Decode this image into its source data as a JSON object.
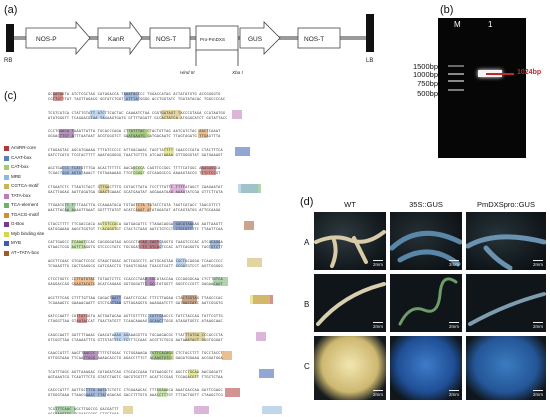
{
  "panels": {
    "a": "(a)",
    "b": "(b)",
    "c": "(c)",
    "d": "(d)"
  },
  "construct": {
    "rb": "RB",
    "lb": "LB",
    "nos_p": "NOS-P",
    "kanr": "KanR",
    "nos_t1": "NOS-T",
    "pro": "Pro-PmDXS",
    "gus": "GUS",
    "nos_t2": "NOS-T",
    "hind": "Hind III",
    "xba": "Xba I"
  },
  "gel": {
    "lane_m": "M",
    "lane_1": "1",
    "ladder": [
      "1500bp",
      "1000bp",
      "750bp",
      "500bp"
    ],
    "band_label": "1024bp"
  },
  "legend": [
    {
      "label": "AmiRR-core",
      "color": "#b03a3a"
    },
    {
      "label": "CAAT-box",
      "color": "#5b7fb8"
    },
    {
      "label": "CAT-box",
      "color": "#9fcf6a"
    },
    {
      "label": "MRE",
      "color": "#8fb7e0"
    },
    {
      "label": "CGTCA-motif",
      "color": "#c9b25a"
    },
    {
      "label": "TATA-box",
      "color": "#c07ab8"
    },
    {
      "label": "TCA-element",
      "color": "#6fb06f"
    },
    {
      "label": "TGACG-motif",
      "color": "#d88a3a"
    },
    {
      "label": "G-Box",
      "color": "#7a3a8a"
    },
    {
      "label": "Myb binding site",
      "color": "#d6d64a"
    },
    {
      "label": "MYB",
      "color": "#3a5fb0"
    },
    {
      "label": "AT~TATA-box",
      "color": "#a05a2a"
    }
  ],
  "sequence": [
    "GCAAGAATA ATCTCGCTAG CATAGACCA TAAATACCCC TGGACCATAG ACTATATGTG ACCGGGGTG",
    "CGTTGTTTAT TAGTTAGACG GGTATCTGGT ATTTATGGGG ACCTGGTATC TGATATACAC TGGCCCCAC",
    "TCGTCATCA CTATTGTATT ATCTTCACTAC CAAAATCTAA CGGTGATAGT TACCCGTAGA CCATAATGG",
    "ATATGGGTT TCAGAACGTAA TAGAAGTGATG GTTTTAGATT GCCACTATCA ATGGGCATCT GGTATTACC",
    "CCCTGAACA TAAATTATTA TGCACCCAGA CTTATTTAC CTACTGTTAG AATCATCTAC AACTCAAAT",
    "GGGACTTGT ATTTAATAAT ACGTGGGTCT GAATAAATG GATGACAATC TTAGTAGATG TTGAGTTTA",
    "CTAGAGTAC AGCATGAAAA TTTATCCCCC ATTGACAAAC TAGTTATTTT CAACCCCATA CTACTTTCA",
    "GATCTCATG TCGTACTTTT AAATAGGGGG TAACTGTTTG ATCAATAAAA GTTGGGGTAT GATGAAAGT",
    "AGCTGACCC TCATATTTGA ACACTTTTTC AACAGCCCA CAGTTCCGGC TTTTCATGGC AAAGAGGCA",
    "TCGACTGGG AGTATAAACT TGTGAAAAAG TTGTCGGGT GTCAAGGCCG AAAAGTACCG TTTCTCCGT",
    "CTGAATCTC TTAATCTACT GTTGACTTTG CGTACTTATA TCCTTTATTC TTTTATAGCT CAAGAATAT",
    "GACTTAGAG AATTAGATGA CAACTGAAAC GCATGAATAT AGGAAATAAG AAAATATCGA GTTCTTATA",
    "TTGAATGTT TTTTAACTTA CCAAAATACA TGTAGTCTA TATATCTATA TAGTCATACC TAACGTTCT",
    "AACTTACAA AAAATTGAAT GGTTTTATGT ACATCAGAT ATATAGATAT ATCAGTATGG ATTGCAAGA",
    "CTACCTTTT TTCGACCACA AGTGTCCACA GATGAGATTC TTAGACAGGA GACATAAAAG AATTAAGTT",
    "GATGGAAAA AAGCTGGTGT TCACAGGTGT CTACTCTAAG AATCTGTCCT CTGTATTTTC TTAATTCAA",
    "CATTGAGCC TCAAATCCAC CAGGGGATAG ACGCCTAGAG CAGTCAGGTG TAAGTCCCAC ATCACAGAA",
    "GTAACTCGG AGTTTAGGTG GTCCCCTATC TGCGGATCTC GTCAGTCCAC ATTCAGGGTG TAGTGTCTT",
    "AGCTTCAAC GTGACTCCGC GTAGCTGGAC ACTCAGCCTC ACTGCAGTAA CGCTACAGGA TCAACCCCC",
    "TCGAAGTTG CACTGAGGCG CATCGACCTG TGAGTCGGAG TGACGTCATT GCGATGTCCT AGTTGGGGG",
    "CTCCTGGTC CCTTATGTAC TGTAGTCTTC CCACCCTAAG CGCATACCAA CCCAGGGCAA CTCTTGTCA",
    "GAGGACCAG GGAATACATG ACATCAGAAG GGTGGGATTC GCGTATGGTT GGGTCCCGTT GAGAACAGT",
    "AGCTTTCAG CTTTTGTTAA CAGACTAATT CAATCTCCAC TTTCTTAGAA CTACTGGTAG TTAGCCCAC",
    "TCGAAAGTC GAAAACAATT GTCTGATTAA GTTAGAGGTG AAAGAATCTT GATGACCATC AATCGGGTG",
    "GATCCAATT CATTATGGTA ACTGATACAA AGTTGTTTTC CGTTGAACCC TATCTACCAG TATTCGTTG",
    "CTAGGTTAA GTAATACCAT TGACTATGTT TCAACAAAAG GCAACTTGGG ATAGATGGTC ATAAGCAAC",
    "CAGCCAATT GATTTTAAAC CAACATAAAG AGAAAGGTTG TGCAAGACGC TTATTTATGA CCCACCCTA",
    "GTCGGTTAA CTAAAATTTG GTTGTATTTC TCTTTCCAAC ACGTTCTGCG AATAAATACT GGGTGGGAT",
    "CAACCATTT AAGTTAACCC TTTTGTGGAC TCTGGAAAGA TGTTCACAGG CTCTACCTTT TGCCTACCT",
    "GTTGGTAAA TTCAATTGGG AAAACACCTG AGACCTTTCT ACAAGTGTCC GAGATGGAAA ACGGATGGA",
    "TCATTTAGC AGTTAAAGAC CATAGATCAG CTGCACCAAA TGTAAGGCTC AGCTCTGCAA AACGAGATT",
    "AGTAAATCG TCAATTTCTG GTATCTAGTC GACGTGGTTT ACATTCCGAG TCGAGACGTT TTGCTCTAA",
    "CACCCATTT AATTGCTTTA AATATCTGTC CTGGAAACAC TTTGGAAACA AAATGACCAA GATTCGAGC",
    "GTGGGTAAA TTAACGAAAT TTATAGACAG GACCTTTGTG AAACCTTTGT TTTACTGGTT CTAAGCTCG",
    "TCGTTTCAAC AGCTTGGCCG GACGATTT",
    "AGCAAAGTTG TCGAACCGGC CTGCTAAA"
  ],
  "dpanel": {
    "col_heads": [
      "WT",
      "35S::GUS",
      "PmDXSpro::GUS"
    ],
    "row_labels": [
      "A",
      "B",
      "C"
    ],
    "scale": "2mm"
  }
}
